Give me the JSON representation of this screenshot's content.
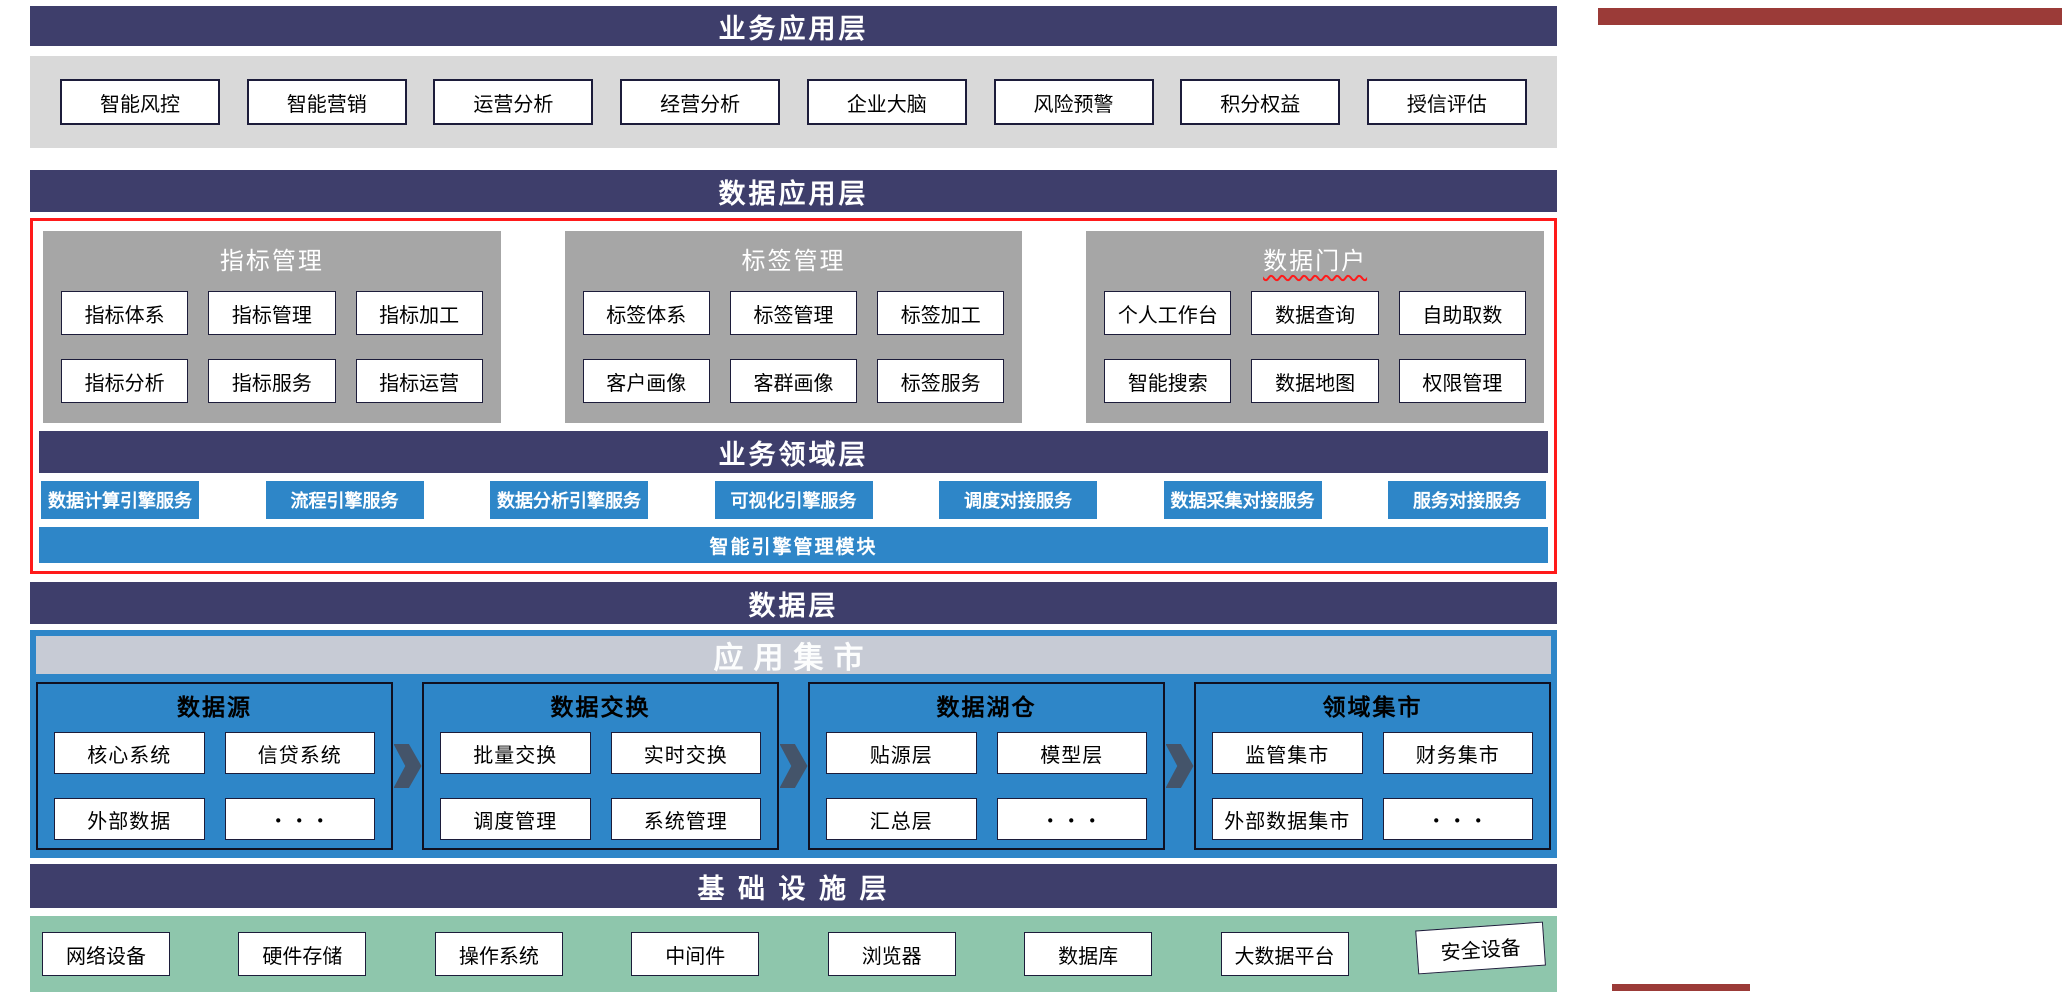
{
  "banners": {
    "business_app": "业务应用层",
    "data_app": "数据应用层",
    "business_domain": "业务领域层",
    "data": "数据层",
    "infrastructure": "基 础 设 施 层"
  },
  "business_app_items": [
    "智能风控",
    "智能营销",
    "运营分析",
    "经营分析",
    "企业大脑",
    "风险预警",
    "积分权益",
    "授信评估"
  ],
  "data_app_panels": [
    {
      "title": "指标管理",
      "items": [
        "指标体系",
        "指标管理",
        "指标加工",
        "指标分析",
        "指标服务",
        "指标运营"
      ]
    },
    {
      "title": "标签管理",
      "items": [
        "标签体系",
        "标签管理",
        "标签加工",
        "客户画像",
        "客群画像",
        "标签服务"
      ]
    },
    {
      "title": "数据门户",
      "items": [
        "个人工作台",
        "数据查询",
        "自助取数",
        "智能搜索",
        "数据地图",
        "权限管理"
      ]
    }
  ],
  "domain_services": [
    "数据计算引擎服务",
    "流程引擎服务",
    "数据分析引擎服务",
    "可视化引擎服务",
    "调度对接服务",
    "数据采集对接服务",
    "服务对接服务"
  ],
  "engine_bar": "智能引擎管理模块",
  "app_mart_title": "应用集市",
  "data_panels": [
    {
      "title": "数据源",
      "items": [
        "核心系统",
        "信贷系统",
        "外部数据",
        "・・・"
      ]
    },
    {
      "title": "数据交换",
      "items": [
        "批量交换",
        "实时交换",
        "调度管理",
        "系统管理"
      ]
    },
    {
      "title": "数据湖仓",
      "items": [
        "贴源层",
        "模型层",
        "汇总层",
        "・・・"
      ]
    },
    {
      "title": "领域集市",
      "items": [
        "监管集市",
        "财务集市",
        "外部数据集市",
        "・・・"
      ]
    }
  ],
  "infrastructure_items": [
    "网络设备",
    "硬件存储",
    "操作系统",
    "中间件",
    "浏览器",
    "数据库",
    "大数据平台",
    "安全设备"
  ],
  "colors": {
    "banner_navy": "#3E3E6B",
    "band_gray": "#D9D9D9",
    "panel_gray": "#A6A6A6",
    "primary_blue": "#2E86C8",
    "mart_bar_gray": "#C7CBD5",
    "band_green": "#8EC6AC",
    "highlight_red": "#FF1A1A",
    "maroon": "#9B3B38",
    "arrow_navy": "#44546A"
  }
}
